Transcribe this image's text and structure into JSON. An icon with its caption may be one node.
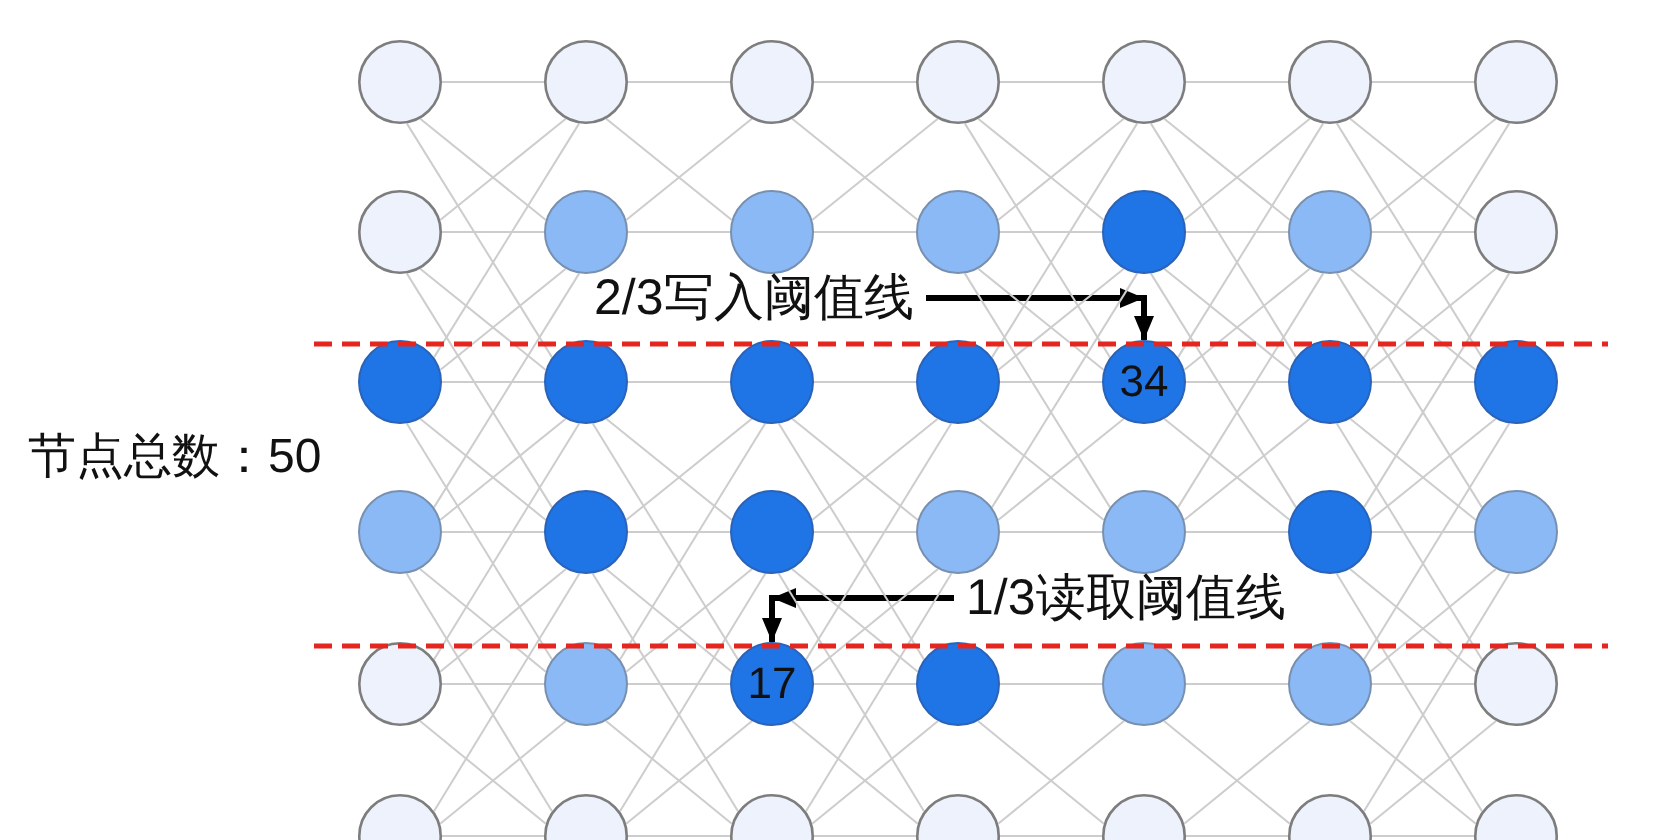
{
  "diagram": {
    "nodes": [
      {
        "text": [],
        "shape": "circle"
      },
      {
        "text": [],
        "shape": "circle"
      },
      {
        "text": [],
        "shape": "circle"
      },
      {
        "text": [],
        "shape": "circle"
      },
      {
        "text": [],
        "shape": "circle"
      },
      {
        "text": [],
        "shape": "circle"
      },
      {
        "text": [],
        "shape": "circle"
      },
      {
        "text": [],
        "shape": "circle"
      },
      {
        "text": [],
        "shape": "circle"
      },
      {
        "text": [],
        "shape": "circle"
      },
      {
        "text": [],
        "shape": "circle"
      },
      {
        "text": [],
        "shape": "circle"
      },
      {
        "text": [],
        "shape": "circle"
      },
      {
        "text": [],
        "shape": "circle"
      },
      {
        "text": [
          "2/3写入阈值线"
        ]
      },
      {
        "text": [],
        "shape": "circle"
      },
      {
        "text": [],
        "shape": "circle"
      },
      {
        "text": [],
        "shape": "circle"
      },
      {
        "text": [],
        "shape": "circle"
      },
      {
        "text": [
          "34"
        ]
      },
      {
        "text": [],
        "shape": "circle"
      },
      {
        "text": [],
        "shape": "circle"
      },
      {
        "text": [],
        "shape": "circle"
      },
      {
        "text": [],
        "shape": "circle"
      },
      {
        "text": [],
        "shape": "circle"
      },
      {
        "text": [],
        "shape": "circle"
      },
      {
        "text": [],
        "shape": "circle"
      },
      {
        "text": [],
        "shape": "circle"
      },
      {
        "text": [],
        "shape": "circle"
      },
      {
        "text": [
          "1/3读取阈值线"
        ]
      },
      {
        "text": [],
        "shape": "circle"
      },
      {
        "text": [],
        "shape": "circle"
      },
      {
        "text": [
          "17"
        ]
      },
      {
        "text": [],
        "shape": "circle"
      },
      {
        "text": [],
        "shape": "circle"
      },
      {
        "text": [],
        "shape": "circle"
      },
      {
        "text": [],
        "shape": "circle"
      },
      {
        "text": [],
        "shape": "circle"
      },
      {
        "text": [],
        "shape": "circle"
      },
      {
        "text": [],
        "shape": "circle"
      },
      {
        "text": [],
        "shape": "circle"
      },
      {
        "text": [],
        "shape": "circle"
      },
      {
        "text": [],
        "shape": "circle"
      },
      {
        "text": [],
        "shape": "circle"
      }
    ],
    "edges": [
      {
        "from": 14,
        "to": 19,
        "arrow": "to",
        "style": "thick",
        "color": "#000000"
      },
      {
        "from": 29,
        "to": 32,
        "arrow": "to",
        "style": "thick",
        "color": "#000000"
      },
      {
        "from": 0,
        "to": 1,
        "arrow": "none"
      },
      {
        "from": 1,
        "to": 2,
        "arrow": "none"
      },
      {
        "from": 2,
        "to": 3,
        "arrow": "none"
      },
      {
        "from": 3,
        "to": 4,
        "arrow": "none"
      },
      {
        "from": 4,
        "to": 5,
        "arrow": "none"
      },
      {
        "from": 5,
        "to": 6,
        "arrow": "none"
      },
      {
        "from": 7,
        "to": 8,
        "arrow": "none"
      },
      {
        "from": 8,
        "to": 9,
        "arrow": "none"
      },
      {
        "from": 9,
        "to": 10,
        "arrow": "none"
      },
      {
        "from": 10,
        "to": 11,
        "arrow": "none"
      },
      {
        "from": 11,
        "to": 12,
        "arrow": "none"
      },
      {
        "from": 12,
        "to": 13,
        "arrow": "none"
      },
      {
        "from": 15,
        "to": 16,
        "arrow": "none"
      },
      {
        "from": 16,
        "to": 17,
        "arrow": "none"
      },
      {
        "from": 17,
        "to": 18,
        "arrow": "none"
      },
      {
        "from": 18,
        "to": 19,
        "arrow": "none"
      },
      {
        "from": 19,
        "to": 20,
        "arrow": "none"
      },
      {
        "from": 20,
        "to": 21,
        "arrow": "none"
      },
      {
        "from": 22,
        "to": 23,
        "arrow": "none"
      },
      {
        "from": 23,
        "to": 24,
        "arrow": "none"
      },
      {
        "from": 24,
        "to": 25,
        "arrow": "none"
      },
      {
        "from": 25,
        "to": 26,
        "arrow": "none"
      },
      {
        "from": 26,
        "to": 27,
        "arrow": "none"
      },
      {
        "from": 27,
        "to": 28,
        "arrow": "none"
      },
      {
        "from": 30,
        "to": 31,
        "arrow": "none"
      },
      {
        "from": 31,
        "to": 32,
        "arrow": "none"
      },
      {
        "from": 32,
        "to": 33,
        "arrow": "none"
      },
      {
        "from": 33,
        "to": 34,
        "arrow": "none"
      },
      {
        "from": 34,
        "to": 35,
        "arrow": "none"
      },
      {
        "from": 35,
        "to": 36,
        "arrow": "none"
      },
      {
        "from": 37,
        "to": 38,
        "arrow": "none"
      },
      {
        "from": 38,
        "to": 39,
        "arrow": "none"
      },
      {
        "from": 39,
        "to": 40,
        "arrow": "none"
      },
      {
        "from": 40,
        "to": 41,
        "arrow": "none"
      },
      {
        "from": 41,
        "to": 42,
        "arrow": "none"
      },
      {
        "from": 42,
        "to": 43,
        "arrow": "none"
      },
      {
        "from": 0,
        "to": 8,
        "arrow": "none"
      },
      {
        "from": 1,
        "to": 7,
        "arrow": "none"
      },
      {
        "from": 1,
        "to": 9,
        "arrow": "none"
      },
      {
        "from": 2,
        "to": 8,
        "arrow": "none"
      },
      {
        "from": 2,
        "to": 10,
        "arrow": "none"
      },
      {
        "from": 3,
        "to": 9,
        "arrow": "none"
      },
      {
        "from": 3,
        "to": 11,
        "arrow": "none"
      },
      {
        "from": 4,
        "to": 10,
        "arrow": "none"
      },
      {
        "from": 4,
        "to": 12,
        "arrow": "none"
      },
      {
        "from": 5,
        "to": 11,
        "arrow": "none"
      },
      {
        "from": 5,
        "to": 13,
        "arrow": "none"
      },
      {
        "from": 6,
        "to": 12,
        "arrow": "none"
      },
      {
        "from": 7,
        "to": 16,
        "arrow": "none"
      },
      {
        "from": 8,
        "to": 15,
        "arrow": "none"
      },
      {
        "from": 10,
        "to": 19,
        "arrow": "none"
      },
      {
        "from": 11,
        "to": 18,
        "arrow": "none"
      },
      {
        "from": 11,
        "to": 20,
        "arrow": "none"
      },
      {
        "from": 12,
        "to": 19,
        "arrow": "none"
      },
      {
        "from": 12,
        "to": 21,
        "arrow": "none"
      },
      {
        "from": 13,
        "to": 20,
        "arrow": "none"
      },
      {
        "from": 15,
        "to": 23,
        "arrow": "none"
      },
      {
        "from": 16,
        "to": 22,
        "arrow": "none"
      },
      {
        "from": 16,
        "to": 24,
        "arrow": "none"
      },
      {
        "from": 17,
        "to": 23,
        "arrow": "none"
      },
      {
        "from": 17,
        "to": 25,
        "arrow": "none"
      },
      {
        "from": 18,
        "to": 24,
        "arrow": "none"
      },
      {
        "from": 18,
        "to": 26,
        "arrow": "none"
      },
      {
        "from": 19,
        "to": 25,
        "arrow": "none"
      },
      {
        "from": 19,
        "to": 27,
        "arrow": "none"
      },
      {
        "from": 20,
        "to": 26,
        "arrow": "none"
      },
      {
        "from": 20,
        "to": 28,
        "arrow": "none"
      },
      {
        "from": 21,
        "to": 27,
        "arrow": "none"
      },
      {
        "from": 22,
        "to": 31,
        "arrow": "none"
      },
      {
        "from": 23,
        "to": 30,
        "arrow": "none"
      },
      {
        "from": 23,
        "to": 32,
        "arrow": "none"
      },
      {
        "from": 24,
        "to": 31,
        "arrow": "none"
      },
      {
        "from": 24,
        "to": 33,
        "arrow": "none"
      },
      {
        "from": 25,
        "to": 32,
        "arrow": "none"
      },
      {
        "from": 27,
        "to": 36,
        "arrow": "none"
      },
      {
        "from": 28,
        "to": 35,
        "arrow": "none"
      },
      {
        "from": 30,
        "to": 38,
        "arrow": "none"
      },
      {
        "from": 31,
        "to": 37,
        "arrow": "none"
      },
      {
        "from": 31,
        "to": 39,
        "arrow": "none"
      },
      {
        "from": 32,
        "to": 38,
        "arrow": "none"
      },
      {
        "from": 32,
        "to": 40,
        "arrow": "none"
      },
      {
        "from": 33,
        "to": 39,
        "arrow": "none"
      },
      {
        "from": 33,
        "to": 41,
        "arrow": "none"
      },
      {
        "from": 34,
        "to": 40,
        "arrow": "none"
      },
      {
        "from": 34,
        "to": 42,
        "arrow": "none"
      },
      {
        "from": 35,
        "to": 41,
        "arrow": "none"
      },
      {
        "from": 35,
        "to": 43,
        "arrow": "none"
      },
      {
        "from": 36,
        "to": 42,
        "arrow": "none"
      },
      {
        "from": 0,
        "to": 16,
        "arrow": "none"
      },
      {
        "from": 1,
        "to": 15,
        "arrow": "none"
      },
      {
        "from": 3,
        "to": 19,
        "arrow": "none"
      },
      {
        "from": 4,
        "to": 18,
        "arrow": "none"
      },
      {
        "from": 4,
        "to": 20,
        "arrow": "none"
      },
      {
        "from": 5,
        "to": 19,
        "arrow": "none"
      },
      {
        "from": 5,
        "to": 21,
        "arrow": "none"
      },
      {
        "from": 6,
        "to": 20,
        "arrow": "none"
      },
      {
        "from": 7,
        "to": 23,
        "arrow": "none"
      },
      {
        "from": 8,
        "to": 22,
        "arrow": "none"
      },
      {
        "from": 10,
        "to": 26,
        "arrow": "none"
      },
      {
        "from": 11,
        "to": 25,
        "arrow": "none"
      },
      {
        "from": 11,
        "to": 27,
        "arrow": "none"
      },
      {
        "from": 12,
        "to": 26,
        "arrow": "none"
      },
      {
        "from": 12,
        "to": 28,
        "arrow": "none"
      },
      {
        "from": 13,
        "to": 27,
        "arrow": "none"
      },
      {
        "from": 15,
        "to": 31,
        "arrow": "none"
      },
      {
        "from": 16,
        "to": 30,
        "arrow": "none"
      },
      {
        "from": 16,
        "to": 32,
        "arrow": "none"
      },
      {
        "from": 17,
        "to": 31,
        "arrow": "none"
      },
      {
        "from": 17,
        "to": 33,
        "arrow": "none"
      },
      {
        "from": 18,
        "to": 32,
        "arrow": "none"
      },
      {
        "from": 20,
        "to": 36,
        "arrow": "none"
      },
      {
        "from": 21,
        "to": 35,
        "arrow": "none"
      },
      {
        "from": 22,
        "to": 38,
        "arrow": "none"
      },
      {
        "from": 23,
        "to": 37,
        "arrow": "none"
      },
      {
        "from": 23,
        "to": 39,
        "arrow": "none"
      },
      {
        "from": 24,
        "to": 38,
        "arrow": "none"
      },
      {
        "from": 24,
        "to": 40,
        "arrow": "none"
      },
      {
        "from": 25,
        "to": 39,
        "arrow": "none"
      },
      {
        "from": 27,
        "to": 43,
        "arrow": "none"
      },
      {
        "from": 28,
        "to": 42,
        "arrow": "none"
      }
    ],
    "labels": [
      "节点总数：50"
    ]
  }
}
